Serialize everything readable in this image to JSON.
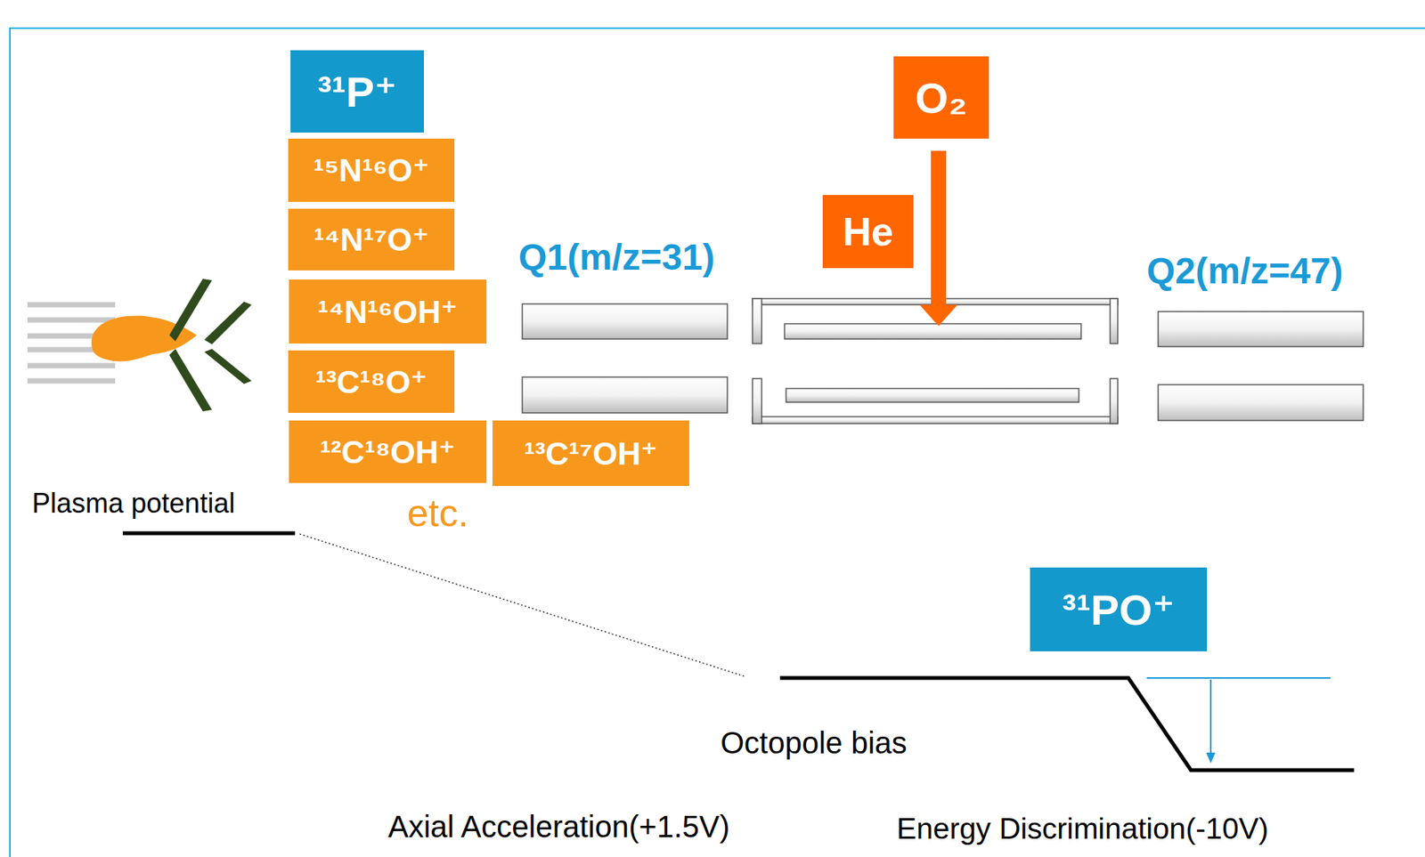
{
  "diagram": {
    "nodes": [
      {
        "text": [
          "³¹P⁺"
        ]
      },
      {
        "text": [
          "¹⁵N¹⁶O⁺"
        ]
      },
      {
        "text": [
          "¹⁴N¹⁷O⁺"
        ]
      },
      {
        "text": [
          "¹⁴N¹⁶OH⁺"
        ]
      },
      {
        "text": [
          "¹³C¹⁸O⁺"
        ]
      },
      {
        "text": [
          "¹²C¹⁸OH⁺"
        ]
      },
      {
        "text": [
          "¹³C¹⁷OH⁺"
        ]
      },
      {
        "text": [
          "O₂"
        ]
      },
      {
        "text": [
          "He"
        ]
      },
      {
        "text": [
          "³¹PO⁺"
        ]
      }
    ],
    "labels": [
      "etc.",
      "Q1(m/z=31)",
      "Q2(m/z=47)",
      "Plasma potential",
      "Octopole bias",
      "Axial Acceleration(+1.5V)",
      "Energy Discrimination(-10V)"
    ]
  }
}
